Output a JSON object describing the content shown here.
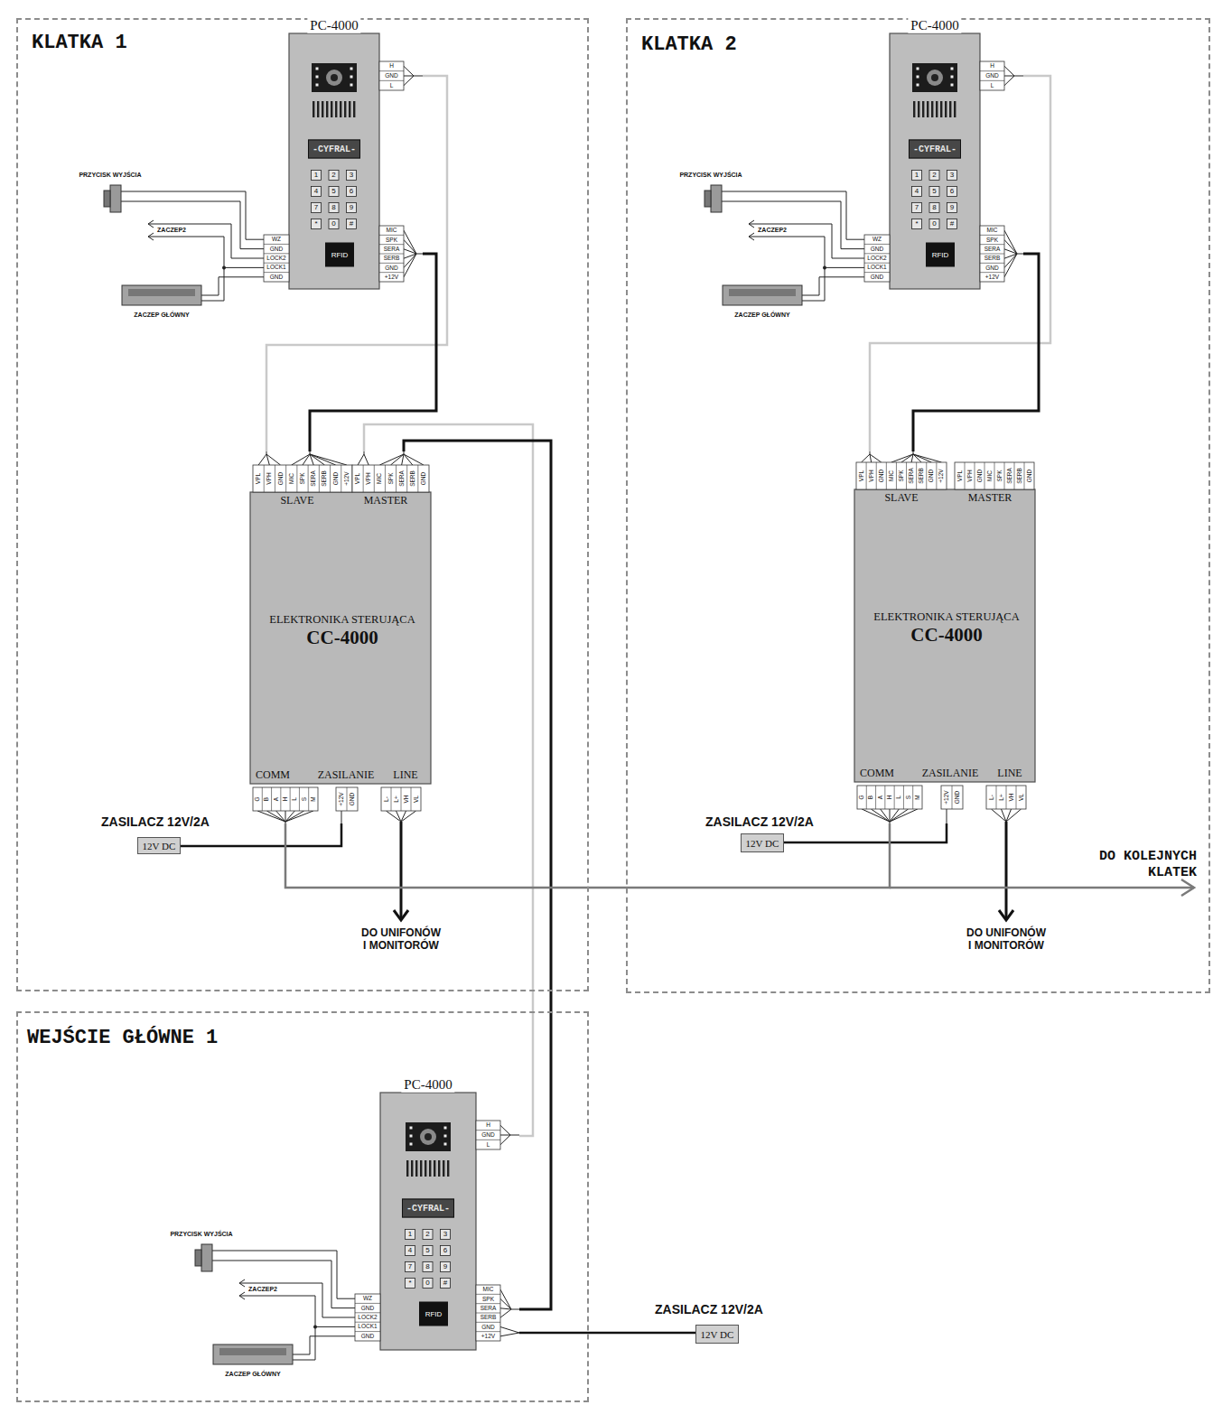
{
  "diagram": {
    "nodes": [
      {
        "text": [
          "KLATKA 1"
        ]
      },
      {
        "text": [
          "PC-4000",
          "-CYFRAL-",
          "RFID"
        ],
        "in": 0
      },
      {
        "text": [
          "ELEKTRONIKA STERUJĄCA",
          "CC-4000"
        ],
        "in": 0
      },
      {
        "text": [
          "ZASILACZ 12V/2A",
          "12V DC"
        ],
        "in": 0
      },
      {
        "text": [
          "KLATKA 2"
        ]
      },
      {
        "text": [
          "PC-4000",
          "-CYFRAL-",
          "RFID"
        ],
        "in": 4
      },
      {
        "text": [
          "ELEKTRONIKA STERUJĄCA",
          "CC-4000"
        ],
        "in": 4
      },
      {
        "text": [
          "ZASILACZ 12V/2A",
          "12V DC"
        ],
        "in": 4
      },
      {
        "text": [
          "WEJŚCIE GŁÓWNE 1"
        ]
      },
      {
        "text": [
          "PC-4000",
          "-CYFRAL-",
          "RFID"
        ],
        "in": 8
      },
      {
        "text": [
          "ZASILACZ 12V/2A",
          "12V DC"
        ],
        "in": 8
      }
    ],
    "edges": [
      {
        "from": 1,
        "to": 2,
        "arrow": "none"
      },
      {
        "from": 1,
        "to": 2,
        "arrow": "none"
      },
      {
        "from": 3,
        "to": 2,
        "arrow": "none"
      },
      {
        "from": 9,
        "to": 2,
        "arrow": "none"
      },
      {
        "from": 9,
        "to": 2,
        "arrow": "none"
      },
      {
        "from": 5,
        "to": 6,
        "arrow": "none"
      },
      {
        "from": 5,
        "to": 6,
        "arrow": "none"
      },
      {
        "from": 7,
        "to": 6,
        "arrow": "none"
      },
      {
        "from": 2,
        "to": 6,
        "arrow": "none"
      },
      {
        "from": 10,
        "to": 9,
        "arrow": "none"
      }
    ],
    "labels": [
      "H",
      "GND",
      "L",
      "1",
      "2",
      "3",
      "4",
      "5",
      "6",
      "7",
      "8",
      "9",
      "*",
      "0",
      "#",
      "WZ",
      "GND",
      "LOCK2",
      "LOCK1",
      "GND",
      "MIC",
      "SPK",
      "SERA",
      "SERB",
      "GND",
      "+12V",
      "PRZYCISK WYJŚCIA",
      "ZACZEP2",
      "ZACZEP GŁÓWNY",
      "VPL",
      "VPH",
      "GND",
      "MIC",
      "SPK",
      "SERA",
      "SERB",
      "GND",
      "+12V",
      "VPL",
      "VPH",
      "MIC",
      "SPK",
      "SERA",
      "SERB",
      "GND",
      "SLAVE",
      "MASTER",
      "COMM",
      "ZASILANIE",
      "LINE",
      "G",
      "B",
      "A",
      "H",
      "L",
      "S",
      "M",
      "+12V",
      "GND",
      "L-",
      "L+",
      "VH",
      "VL",
      "DO UNIFONÓW I MONITORÓW",
      "H",
      "GND",
      "L",
      "1",
      "2",
      "3",
      "4",
      "5",
      "6",
      "7",
      "8",
      "9",
      "*",
      "0",
      "#",
      "WZ",
      "GND",
      "LOCK2",
      "LOCK1",
      "GND",
      "MIC",
      "SPK",
      "SERA",
      "SERB",
      "GND",
      "+12V",
      "PRZYCISK WYJŚCIA",
      "ZACZEP2",
      "ZACZEP GŁÓWNY",
      "VPL",
      "VPH",
      "GND",
      "MIC",
      "SPK",
      "SERA",
      "SERB",
      "GND",
      "+12V",
      "VPL",
      "VPH",
      "GND",
      "MIC",
      "SPK",
      "SERA",
      "SERB",
      "GND",
      "SLAVE",
      "MASTER",
      "COMM",
      "ZASILANIE",
      "LINE",
      "G",
      "B",
      "A",
      "H",
      "L",
      "S",
      "M",
      "+12V",
      "GND",
      "L-",
      "L+",
      "VH",
      "VL",
      "DO UNIFONÓW I MONITORÓW",
      "DO KOLEJNYCH KLATEK",
      "H",
      "GND",
      "L",
      "1",
      "2",
      "3",
      "4",
      "5",
      "6",
      "7",
      "8",
      "9",
      "*",
      "0",
      "#",
      "WZ",
      "GND",
      "LOCK2",
      "LOCK1",
      "GND",
      "MIC",
      "SPK",
      "SERA",
      "SERB",
      "GND",
      "+12V",
      "PRZYCISK WYJŚCIA",
      "ZACZEP2",
      "ZACZEP GŁÓWNY"
    ]
  }
}
